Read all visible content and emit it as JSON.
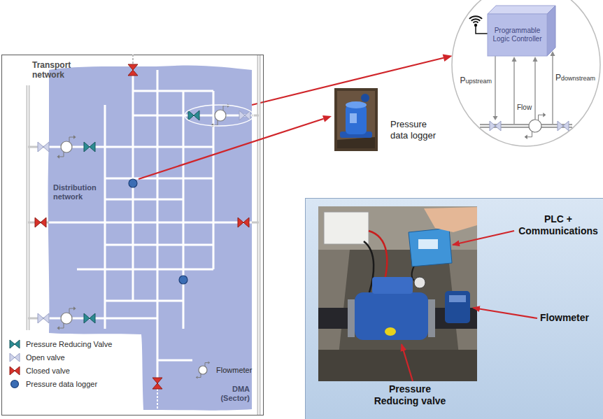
{
  "diagram": {
    "nodes": [
      {
        "text": [
          "Transport network"
        ]
      },
      {
        "text": [
          "Distribution network",
          "DMA (Sector)"
        ],
        "in": 0
      },
      {
        "text": [
          "Pupstream",
          "Pdownstream",
          "Flow"
        ]
      },
      {
        "text": [
          "Programmable Logic Controller"
        ],
        "in": 2
      },
      {
        "text": [
          "Pressure data logger"
        ]
      }
    ],
    "edges": [
      {
        "from": 1,
        "to": 2,
        "arrow": "to"
      }
    ],
    "labels": [
      "PLC + Communications",
      "Flowmeter",
      "Pressure Reducing valve"
    ],
    "legend": [
      {
        "text": "Pressure Reducing Valve"
      },
      {
        "text": "Open valve"
      },
      {
        "text": "Closed valve"
      },
      {
        "text": "Pressure data logger"
      },
      {
        "text": "Flowmeter"
      }
    ]
  }
}
